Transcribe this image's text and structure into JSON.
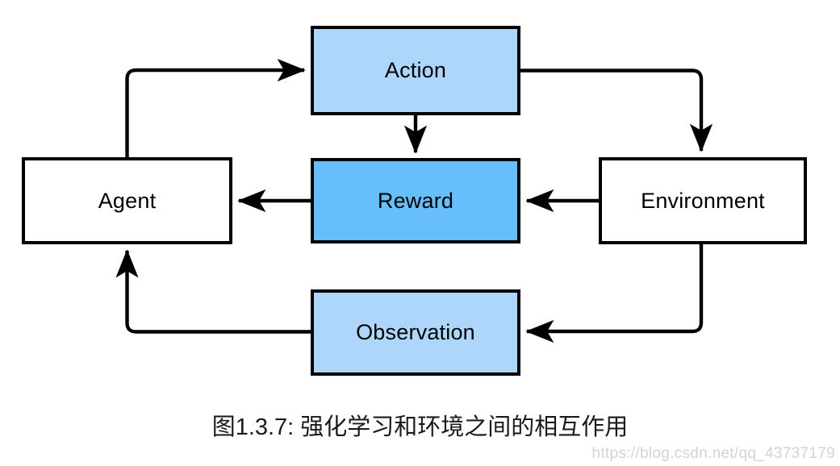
{
  "figure": {
    "caption": "图1.3.7: 强化学习和环境之间的相互作用",
    "watermark": "https://blog.csdn.net/qq_43737179",
    "background_color": "#ffffff",
    "stroke_color": "#000000"
  },
  "nodes": {
    "agent": {
      "label": "Agent",
      "fill": "#ffffff",
      "border": "#000000"
    },
    "environment": {
      "label": "Environment",
      "fill": "#ffffff",
      "border": "#000000"
    },
    "action": {
      "label": "Action",
      "fill": "#aed6fb",
      "border": "#000000"
    },
    "reward": {
      "label": "Reward",
      "fill": "#66bffa",
      "border": "#000000"
    },
    "observation": {
      "label": "Observation",
      "fill": "#aed6fb",
      "border": "#000000"
    }
  },
  "edges": [
    {
      "id": "agent-to-action",
      "from": "agent",
      "to": "action",
      "label": ""
    },
    {
      "id": "action-to-environment",
      "from": "action",
      "to": "environment",
      "label": ""
    },
    {
      "id": "action-to-reward",
      "from": "action",
      "to": "reward",
      "label": ""
    },
    {
      "id": "reward-to-agent",
      "from": "reward",
      "to": "agent",
      "label": ""
    },
    {
      "id": "environment-to-reward",
      "from": "environment",
      "to": "reward",
      "label": ""
    },
    {
      "id": "environment-to-observation",
      "from": "environment",
      "to": "observation",
      "label": ""
    },
    {
      "id": "observation-to-agent",
      "from": "observation",
      "to": "agent",
      "label": ""
    }
  ]
}
